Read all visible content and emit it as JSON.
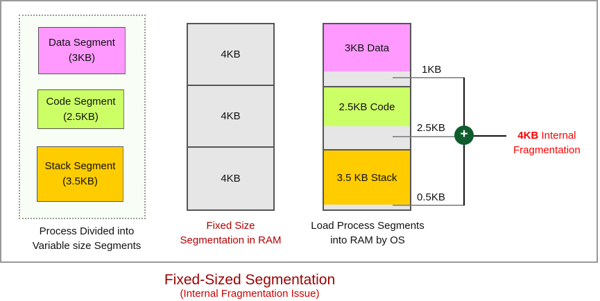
{
  "process": {
    "segments": [
      {
        "label": "Data Segment",
        "size": "(3KB)",
        "color": "#ff99ff"
      },
      {
        "label": "Code Segment",
        "size": "(2.5KB)",
        "color": "#ccff66"
      },
      {
        "label": "Stack Segment",
        "size": "(3.5KB)",
        "color": "#ffcc00"
      }
    ],
    "caption_line1": "Process Divided into",
    "caption_line2": "Variable size Segments"
  },
  "ram_fixed": {
    "blocks": [
      "4KB",
      "4KB",
      "4KB"
    ],
    "caption_line1": "Fixed Size",
    "caption_line2": "Segmentation in RAM"
  },
  "ram_loaded": {
    "blocks": [
      {
        "label": "3KB Data",
        "color": "#ff99ff",
        "waste": "1KB"
      },
      {
        "label": "2.5KB Code",
        "color": "#ccff66",
        "waste": "2.5KB"
      },
      {
        "label": "3.5 KB Stack",
        "color": "#ffcc00",
        "waste": "0.5KB"
      }
    ],
    "caption_line1": "Load Process Segments",
    "caption_line2": "into  RAM by OS"
  },
  "sum": {
    "icon": "+",
    "result_bold": "4KB",
    "result_rest": " Internal",
    "result_line2": "Fragmentation",
    "color": "#ff0000"
  },
  "title": "Fixed-Sized Segmentation",
  "subtitle": "(Internal Fragmentation Issue)"
}
